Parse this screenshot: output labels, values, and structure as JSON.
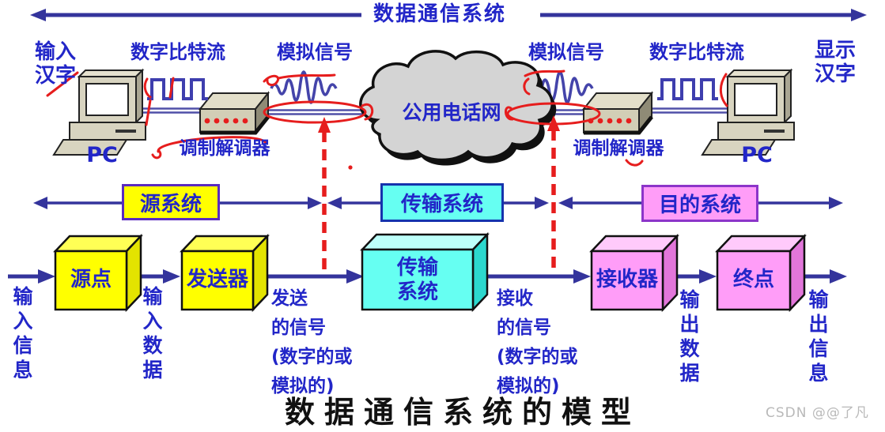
{
  "colors": {
    "label_blue": "#2226c8",
    "arrow_blue": "#34349c",
    "annotation_red": "#e61d1d",
    "source_yellow": "#ffff00",
    "transmission_cyan": "#66fff2",
    "destination_pink": "#ff9df8",
    "cloud_gray": "#d4d4d4",
    "device_beige": "#d8d4c0",
    "caption_black": "#111111",
    "watermark_gray": "#b9b9b9"
  },
  "header": {
    "system_title": "数据通信系统"
  },
  "upper": {
    "left_io": "输入\n汉字",
    "left_bitstream": "数字比特流",
    "left_analog": "模拟信号",
    "left_pc": "PC",
    "left_modem": "调制解调器",
    "cloud": "公用电话网",
    "right_analog": "模拟信号",
    "right_bitstream": "数字比特流",
    "right_io": "显示\n汉字",
    "right_pc": "PC",
    "right_modem": "调制解调器"
  },
  "bands": {
    "source": "源系统",
    "transmission": "传输系统",
    "destination": "目的系统"
  },
  "flow": {
    "source_node": "源点",
    "transmitter": "发送器",
    "transmission_system": "传输\n系统",
    "receiver": "接收器",
    "endpoint": "终点",
    "input_info": "输\n入\n信\n息",
    "input_data": "输\n入\n数\n据",
    "sent_signal": "发送\n的信号\n(数字的或\n模拟的)",
    "received_signal": "接收\n的信号\n(数字的或\n模拟的)",
    "output_data": "输\n出\n数\n据",
    "output_info": "输\n出\n信\n息"
  },
  "footer": {
    "caption": "数据通信系统的模型",
    "watermark": "CSDN @@了凡"
  }
}
